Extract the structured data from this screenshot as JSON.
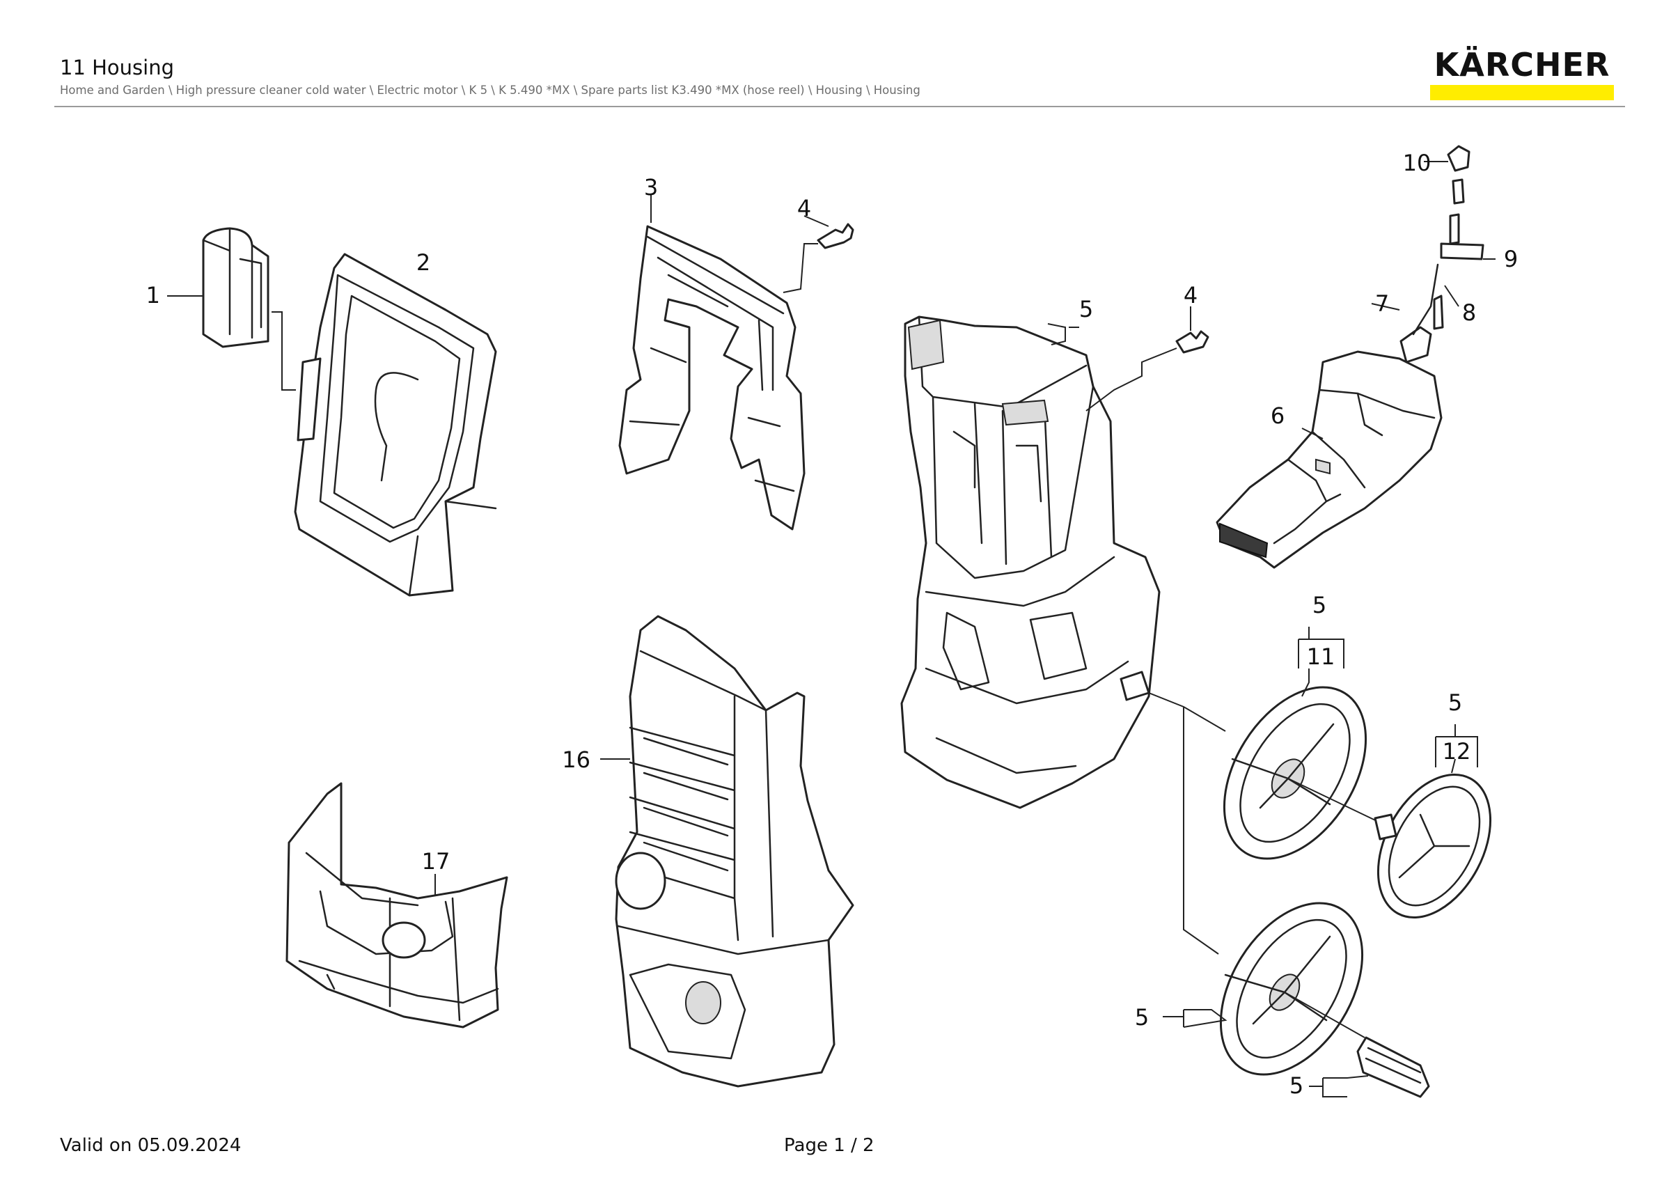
{
  "header": {
    "title": "11 Housing",
    "breadcrumb": "Home and Garden \\ High pressure cleaner cold water \\ Electric motor \\ K 5 \\ K 5.490 *MX \\ Spare parts list K3.490 *MX (hose reel) \\ Housing \\ Housing"
  },
  "logo": {
    "text": "KÄRCHER",
    "bar_color": "#FFED00"
  },
  "diagram": {
    "callouts": [
      "1",
      "2",
      "3",
      "4",
      "4",
      "5",
      "5",
      "5",
      "5",
      "5",
      "6",
      "7",
      "8",
      "9",
      "10",
      "11",
      "12",
      "16",
      "17"
    ]
  },
  "footer": {
    "valid": "Valid on 05.09.2024",
    "page": "Page 1 / 2"
  }
}
